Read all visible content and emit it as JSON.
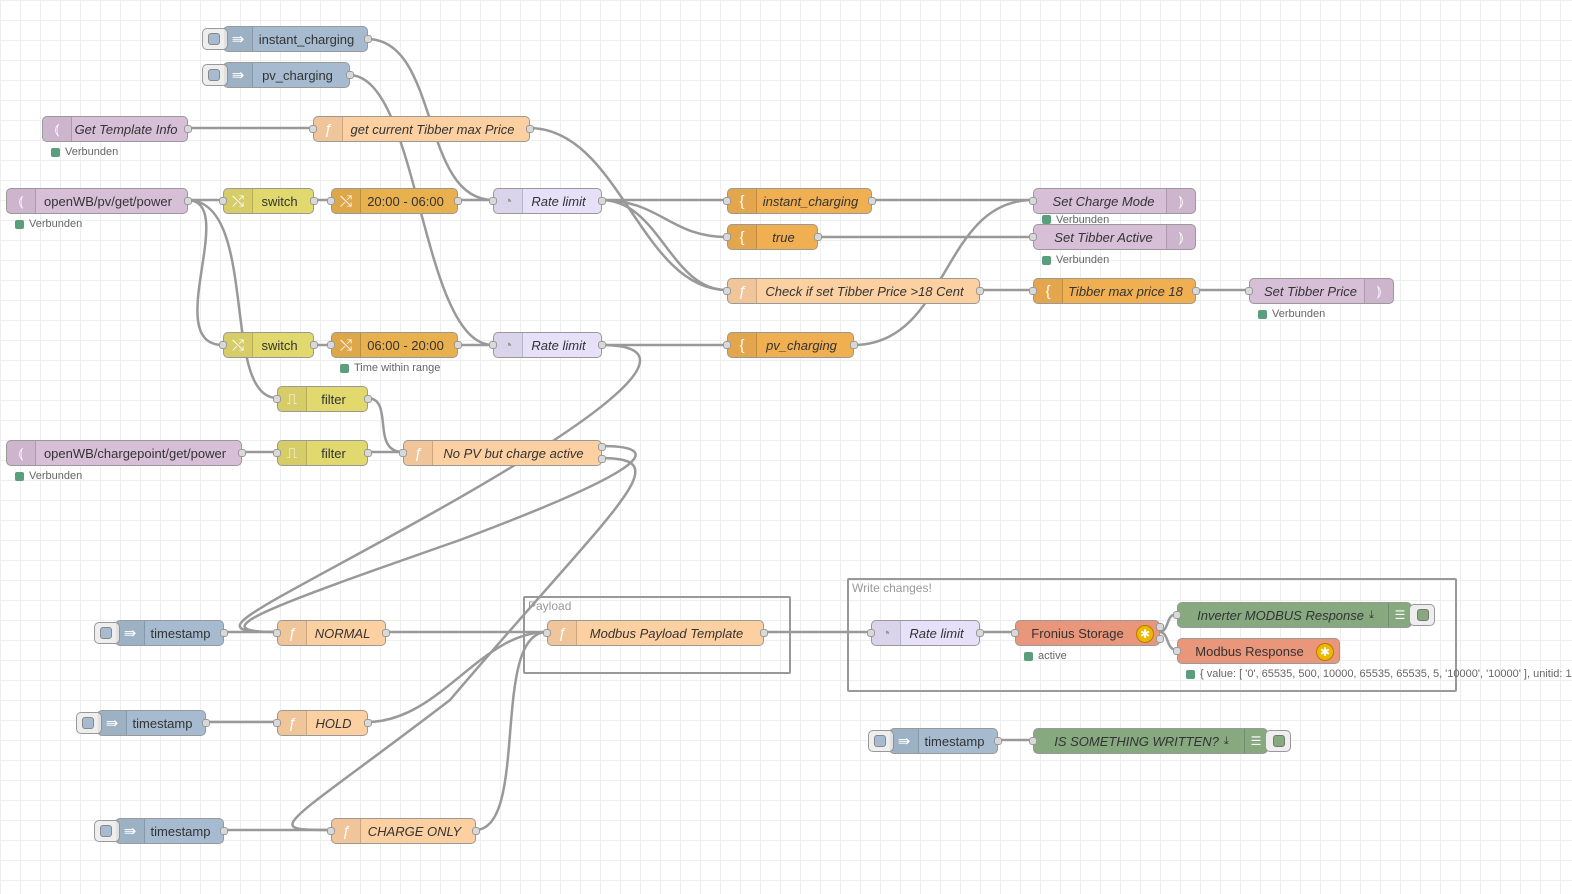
{
  "colors": {
    "inject": "#a6bbcf",
    "mqtt": "#d8bfd8",
    "switch": "#e2d96e",
    "range": "#e9b04e",
    "delay": "#e6e0f8",
    "function": "#fdd0a2",
    "template": "#f0af51",
    "modbus": "#e9967a",
    "debug": "#87a980",
    "status_connected": "#5a9e7d",
    "wire": "#999999",
    "grid": "#eeeeee"
  },
  "groups": {
    "payload": {
      "label": "Payload"
    },
    "write_changes": {
      "label": "Write changes!"
    }
  },
  "nodes": {
    "inject_instant_charging": {
      "label": "instant_charging",
      "icon": "inject-arrow-icon"
    },
    "inject_pv_charging": {
      "label": "pv_charging",
      "icon": "inject-arrow-icon"
    },
    "get_template_info": {
      "label": "Get Template Info",
      "icon": "mqtt-signal-icon",
      "status": "Verbunden"
    },
    "get_current_tibber_max_price": {
      "label": "get current Tibber max Price",
      "icon": "function-icon"
    },
    "mqtt_pv_power": {
      "label": "openWB/pv/get/power",
      "icon": "mqtt-signal-icon",
      "status": "Verbunden"
    },
    "switch_1": {
      "label": "switch",
      "icon": "switch-icon"
    },
    "range_night": {
      "label": "20:00 - 06:00",
      "icon": "switch-icon"
    },
    "rate_limit_1": {
      "label": "Rate limit",
      "icon": "delay-icon"
    },
    "change_instant_charging": {
      "label": "instant_charging",
      "icon": "change-icon"
    },
    "change_true": {
      "label": "true",
      "icon": "change-icon"
    },
    "check_tibber_price": {
      "label": "Check if set Tibber Price >18 Cent",
      "icon": "function-icon"
    },
    "set_charge_mode": {
      "label": "Set Charge Mode",
      "icon": "mqtt-signal-icon",
      "status": "Verbunden"
    },
    "set_tibber_active": {
      "label": "Set Tibber Active",
      "icon": "mqtt-signal-icon",
      "status": "Verbunden"
    },
    "tibber_max_price_18": {
      "label": "Tibber max price 18",
      "icon": "change-icon"
    },
    "set_tibber_price": {
      "label": "Set Tibber Price",
      "icon": "mqtt-signal-icon",
      "status": "Verbunden"
    },
    "switch_2": {
      "label": "switch",
      "icon": "switch-icon"
    },
    "range_day": {
      "label": "06:00 - 20:00",
      "icon": "switch-icon",
      "status": "Time within range"
    },
    "rate_limit_2": {
      "label": "Rate limit",
      "icon": "delay-icon"
    },
    "change_pv_charging": {
      "label": "pv_charging",
      "icon": "change-icon"
    },
    "filter_1": {
      "label": "filter",
      "icon": "filter-icon"
    },
    "mqtt_chargepoint_power": {
      "label": "openWB/chargepoint/get/power",
      "icon": "mqtt-signal-icon",
      "status": "Verbunden"
    },
    "filter_2": {
      "label": "filter",
      "icon": "filter-icon"
    },
    "no_pv_but_charge_active": {
      "label": "No PV but charge active",
      "icon": "function-icon"
    },
    "inject_timestamp_1": {
      "label": "timestamp",
      "icon": "inject-arrow-icon"
    },
    "fn_normal": {
      "label": "NORMAL",
      "icon": "function-icon"
    },
    "modbus_payload_template": {
      "label": "Modbus Payload Template",
      "icon": "function-icon"
    },
    "inject_timestamp_2": {
      "label": "timestamp",
      "icon": "inject-arrow-icon"
    },
    "fn_hold": {
      "label": "HOLD",
      "icon": "function-icon"
    },
    "inject_timestamp_3": {
      "label": "timestamp",
      "icon": "inject-arrow-icon"
    },
    "fn_charge_only": {
      "label": "CHARGE ONLY",
      "icon": "function-icon"
    },
    "rate_limit_3": {
      "label": "Rate limit",
      "icon": "delay-icon"
    },
    "fronius_storage": {
      "label": "Fronius Storage",
      "icon": "modbus-icon",
      "status": "active"
    },
    "inverter_modbus_response": {
      "label": "Inverter MODBUS Response",
      "icon": "debug-icon"
    },
    "modbus_response": {
      "label": "Modbus Response",
      "icon": "modbus-icon",
      "status": "{ value: [ '0', 65535, 500, 10000, 65535, 65535, 5, '10000', '10000' ], unitid: 1"
    },
    "inject_timestamp_4": {
      "label": "timestamp",
      "icon": "inject-arrow-icon"
    },
    "is_something_written": {
      "label": "IS SOMETHING WRITTEN?",
      "icon": "debug-icon"
    }
  }
}
